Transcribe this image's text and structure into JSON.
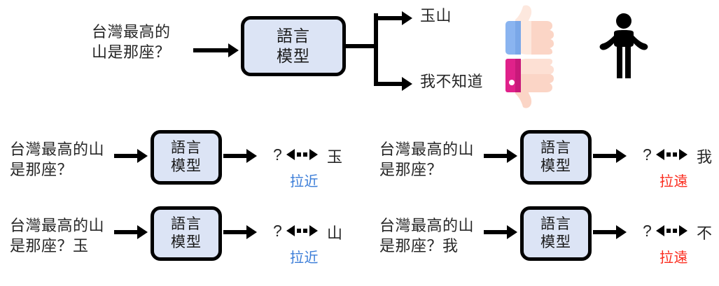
{
  "diagram": {
    "title": "Language model hallucination and token-level training illustration",
    "colors": {
      "box_fill": "#dce4f5",
      "box_border": "#000000",
      "pull_near": "#3b7dd8",
      "pull_far": "#fb2b1d",
      "thumb_up_cuff": "#8ab4f0",
      "thumb_down_cuff": "#e0218a",
      "skin": "#fbd5c6",
      "skin_light": "#fde8de",
      "person": "#000000"
    },
    "model_label": "語言\n模型"
  },
  "top_row": {
    "prompt": "台灣最高的\n山是那座？",
    "outputs": [
      {
        "text": "玉山",
        "reaction": "thumbs-up"
      },
      {
        "text": "我不知道",
        "reaction": "thumbs-down"
      }
    ],
    "shrug_icon": "person-shrug-icon"
  },
  "examples": [
    {
      "id": "row2-left",
      "prompt": "台灣最高的山\n是那座？",
      "model_label": "語言\n模型",
      "context_marker": "?",
      "target_token": "玉",
      "pull_label": "拉近",
      "pull_type": "near"
    },
    {
      "id": "row2-right",
      "prompt": "台灣最高的山\n是那座？",
      "model_label": "語言\n模型",
      "context_marker": "?",
      "target_token": "我",
      "pull_label": "拉遠",
      "pull_type": "far"
    },
    {
      "id": "row3-left",
      "prompt": "台灣最高的山\n是那座？玉",
      "model_label": "語言\n模型",
      "context_marker": "?",
      "target_token": "山",
      "pull_label": "拉近",
      "pull_type": "near"
    },
    {
      "id": "row3-right",
      "prompt": "台灣最高的山\n是那座？我",
      "model_label": "語言\n模型",
      "context_marker": "?",
      "target_token": "不",
      "pull_label": "拉遠",
      "pull_type": "far"
    }
  ]
}
